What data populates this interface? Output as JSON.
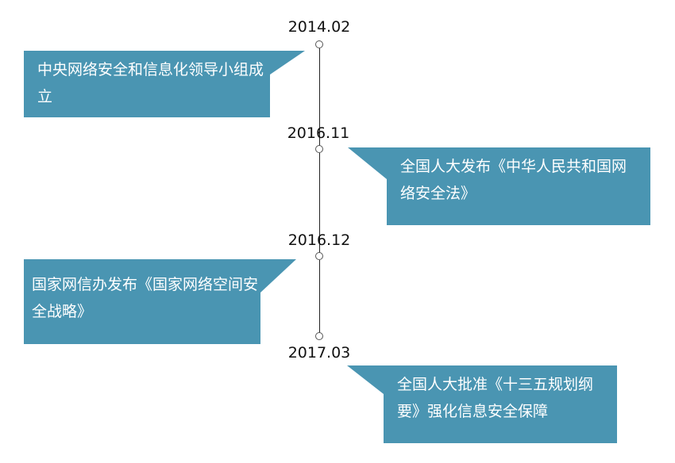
{
  "colors": {
    "card": "#4A95B2",
    "text": "#FFFFFF",
    "line": "#222222"
  },
  "timeline": [
    {
      "date": "2014.02",
      "text": "中央网络安全和信息化领导小组成立",
      "side": "left"
    },
    {
      "date": "2016.11",
      "text": "全国人大发布《中华人民共和国网络安全法》",
      "side": "right"
    },
    {
      "date": "2016.12",
      "text": "国家网信办发布《国家网络空间安全战略》",
      "side": "left"
    },
    {
      "date": "2017.03",
      "text": "全国人大批准《十三五规划纲要》强化信息安全保障",
      "side": "right"
    }
  ]
}
